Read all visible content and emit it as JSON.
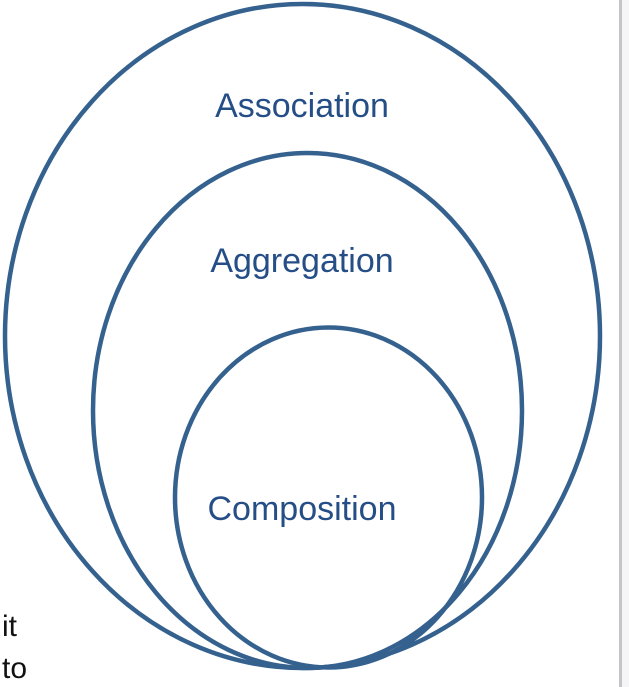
{
  "diagram": {
    "rings": [
      {
        "label": "Association"
      },
      {
        "label": "Aggregation"
      },
      {
        "label": "Composition"
      }
    ],
    "colors": {
      "stroke": "#35618f",
      "label_text": "#254e87"
    }
  },
  "page": {
    "background": "#ffffff",
    "edge_line_color": "#c3c5cb",
    "margin_strip_color": "#f5f5f7"
  },
  "text_fragments": {
    "line1": "it",
    "line2": "to"
  }
}
